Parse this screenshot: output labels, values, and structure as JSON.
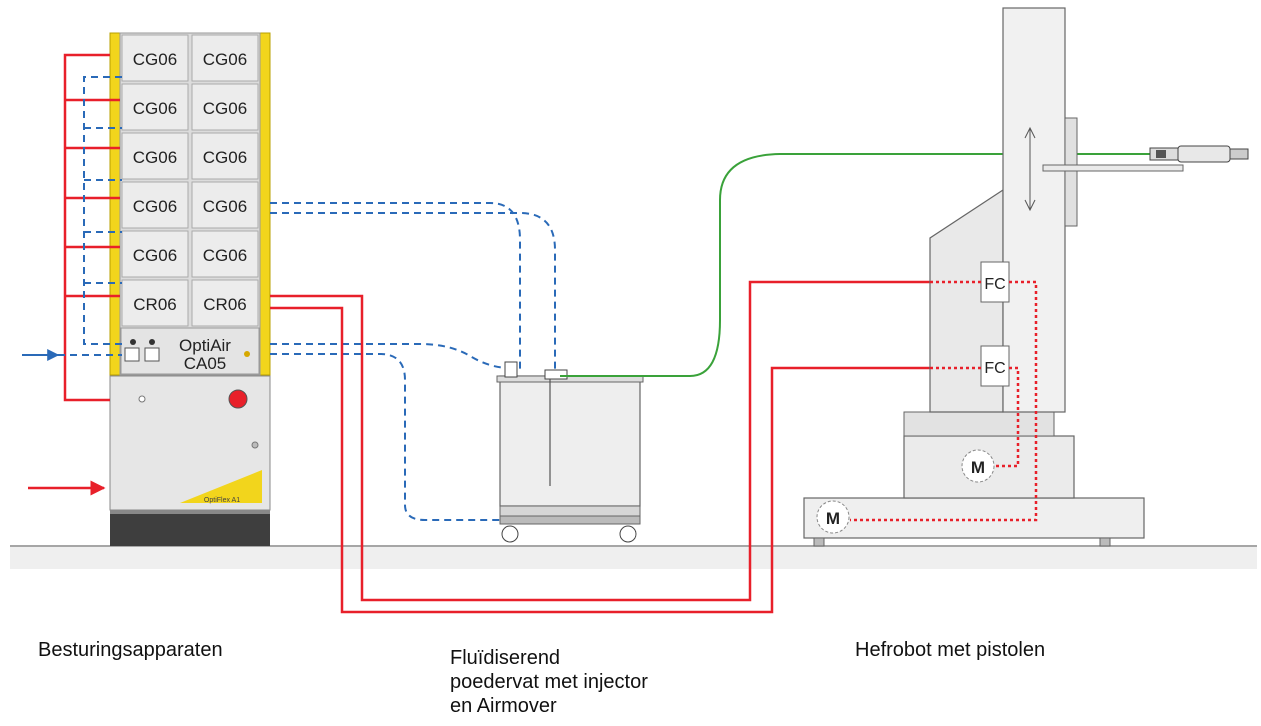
{
  "control_cabinet": {
    "modules": [
      [
        "CG06",
        "CG06"
      ],
      [
        "CG06",
        "CG06"
      ],
      [
        "CG06",
        "CG06"
      ],
      [
        "CG06",
        "CG06"
      ],
      [
        "CG06",
        "CG06"
      ],
      [
        "CR06",
        "CR06"
      ]
    ],
    "air_unit_line1": "OptiAir",
    "air_unit_line2": "CA05",
    "controller_brand": "OptiFlex A1"
  },
  "robot": {
    "fc_upper": "FC",
    "fc_lower": "FC",
    "motor_upper": "M",
    "motor_lower": "M"
  },
  "captions": {
    "left": "Besturingsapparaten",
    "middle": [
      "Fluïdiserend",
      "poedervat met injector",
      "en Airmover"
    ],
    "right": "Hefrobot met pistolen"
  },
  "colors": {
    "power_line": "#e8202a",
    "air_line": "#2a6ab8",
    "powder_hose": "#3aa23a",
    "cabinet_frame": "#f2d51c"
  }
}
